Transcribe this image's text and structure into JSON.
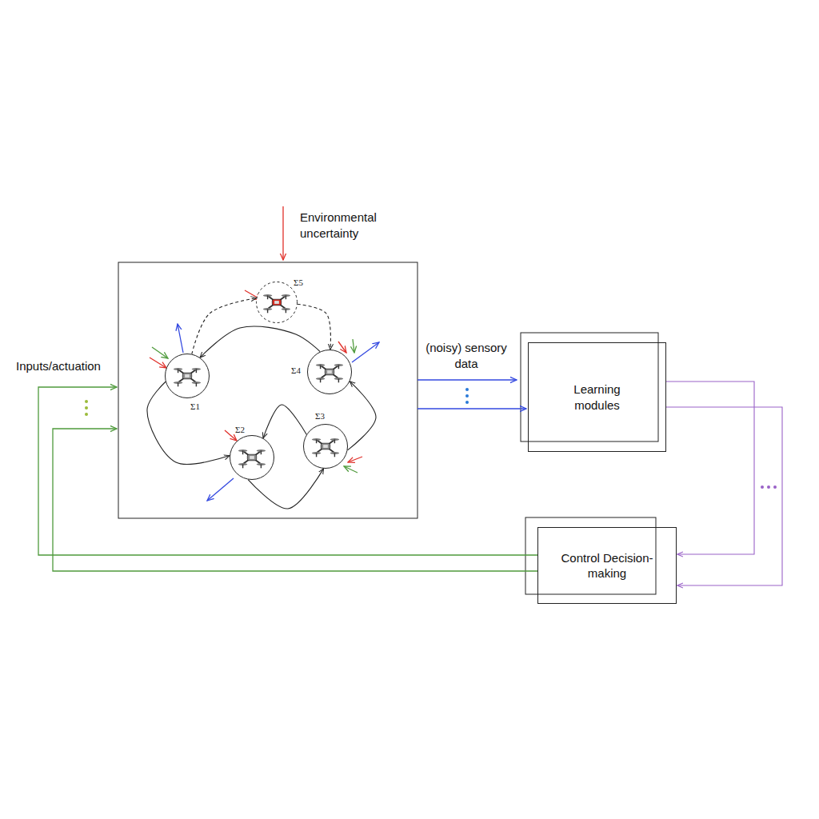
{
  "diagram": {
    "nodes": [
      {
        "text": [
          "Σ1"
        ]
      },
      {
        "text": [
          "Σ2"
        ]
      },
      {
        "text": [
          "Σ3"
        ]
      },
      {
        "text": [
          "Σ4"
        ]
      },
      {
        "text": [
          "Σ5"
        ]
      },
      {
        "text": [
          "Learning modules"
        ]
      },
      {
        "text": [
          "Control Decision-making"
        ]
      }
    ],
    "edges": [
      {
        "from": 0,
        "to": 1,
        "arrow": "to"
      },
      {
        "from": 3,
        "to": 0,
        "arrow": "to"
      },
      {
        "from": 1,
        "to": 2,
        "arrow": "to"
      },
      {
        "from": 2,
        "to": 1,
        "arrow": "to"
      },
      {
        "from": 2,
        "to": 3,
        "arrow": "to"
      },
      {
        "from": 0,
        "to": 4,
        "arrow": "to"
      },
      {
        "from": 4,
        "to": 3,
        "arrow": "to"
      },
      {
        "from": 5,
        "to": 6,
        "arrow": "to"
      },
      {
        "from": 5,
        "to": 6,
        "arrow": "to"
      }
    ],
    "labels": [
      "Environmental uncertainty",
      "Inputs/actuation",
      "(noisy) sensory data"
    ]
  }
}
